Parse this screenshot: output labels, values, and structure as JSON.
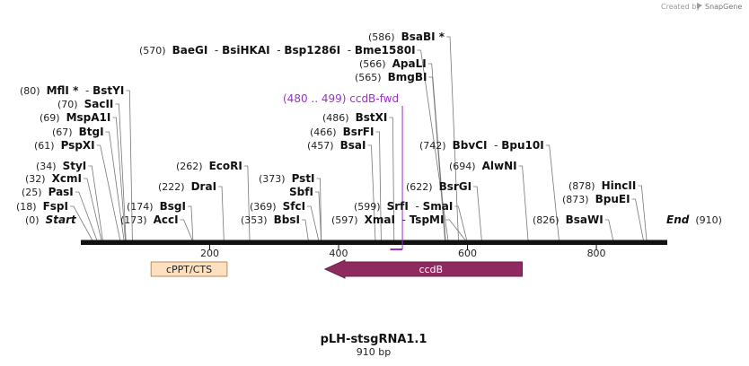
{
  "header": {
    "created_by": "Created by",
    "brand": "SnapGene"
  },
  "plasmid": {
    "name": "pLH-stsgRNA1.1",
    "size_label": "910 bp",
    "length": 910
  },
  "axis": {
    "ticks": [
      200,
      400,
      600,
      800
    ]
  },
  "sites": [
    {
      "pos": "(0)",
      "name": "Start",
      "italic": true,
      "bp": 0
    },
    {
      "pos": "(18)",
      "name": "FspI",
      "bp": 18
    },
    {
      "pos": "(25)",
      "name": "PasI",
      "bp": 25
    },
    {
      "pos": "(32)",
      "name": "XcmI",
      "bp": 32
    },
    {
      "pos": "(34)",
      "name": "StyI",
      "bp": 34
    },
    {
      "pos": "(61)",
      "name": "PspXI",
      "bp": 61
    },
    {
      "pos": "(67)",
      "name": "BtgI",
      "bp": 67
    },
    {
      "pos": "(69)",
      "name": "MspA1I",
      "bp": 69
    },
    {
      "pos": "(70)",
      "name": "SacII",
      "bp": 70
    },
    {
      "pos": "(80)",
      "name": "MflI *",
      "extra": "BstYI",
      "bp": 80
    },
    {
      "pos": "(173)",
      "name": "AccI",
      "bp": 173
    },
    {
      "pos": "(174)",
      "name": "BsgI",
      "bp": 174
    },
    {
      "pos": "(222)",
      "name": "DraI",
      "bp": 222
    },
    {
      "pos": "(262)",
      "name": "EcoRI",
      "bp": 262
    },
    {
      "pos": "(353)",
      "name": "BbsI",
      "bp": 353
    },
    {
      "pos": "(369)",
      "name": "SfcI",
      "bp": 369
    },
    {
      "pos": "",
      "name": "SbfI",
      "bp": 373
    },
    {
      "pos": "(373)",
      "name": "PstI",
      "bp": 373
    },
    {
      "pos": "(457)",
      "name": "BsaI",
      "bp": 457
    },
    {
      "pos": "(466)",
      "name": "BsrFI",
      "bp": 466
    },
    {
      "pos": "(486)",
      "name": "BstXI",
      "bp": 486
    },
    {
      "pos": "(565)",
      "name": "BmgBI",
      "bp": 565
    },
    {
      "pos": "(566)",
      "name": "ApaLI",
      "bp": 566
    },
    {
      "pos": "(570)",
      "name": "BaeGI",
      "extra": "BsiHKAI",
      "extra2": "Bsp1286I",
      "extra3": "Bme1580I",
      "bp": 570
    },
    {
      "pos": "(586)",
      "name": "BsaBI *",
      "bp": 586
    },
    {
      "pos": "(597)",
      "name": "XmaI",
      "extra": "TspMI",
      "bp": 597
    },
    {
      "pos": "(599)",
      "name": "SrfI",
      "extra": "SmaI",
      "bp": 599
    },
    {
      "pos": "(622)",
      "name": "BsrGI",
      "bp": 622
    },
    {
      "pos": "(694)",
      "name": "AlwNI",
      "bp": 694
    },
    {
      "pos": "(742)",
      "name": "BbvCI",
      "extra": "Bpu10I",
      "bp": 742
    },
    {
      "pos": "(826)",
      "name": "BsaWI",
      "bp": 826
    },
    {
      "pos": "(873)",
      "name": "BpuEI",
      "bp": 873
    },
    {
      "pos": "(878)",
      "name": "HincII",
      "bp": 878
    },
    {
      "pos": "(910)",
      "name": "End",
      "italic": true,
      "bp": 910
    }
  ],
  "primer": {
    "label": "(480 .. 499)  ccdB-fwd",
    "start": 480,
    "end": 499,
    "color": "#9b30c8"
  },
  "features": [
    {
      "name": "cPPT/CTS",
      "start": 109,
      "end": 227,
      "direction": "none",
      "fill": "#fde0c0",
      "stroke": "#b98a5a",
      "text_color": "#222222"
    },
    {
      "name": "ccdB",
      "start": 379,
      "end": 685,
      "direction": "reverse",
      "fill": "#8e2a5f",
      "stroke": "#6c1d47",
      "text_color": "#ffffff"
    }
  ],
  "colors": {
    "backbone": "#111111",
    "site_line": "#777777",
    "primer": "#9b30c8"
  }
}
